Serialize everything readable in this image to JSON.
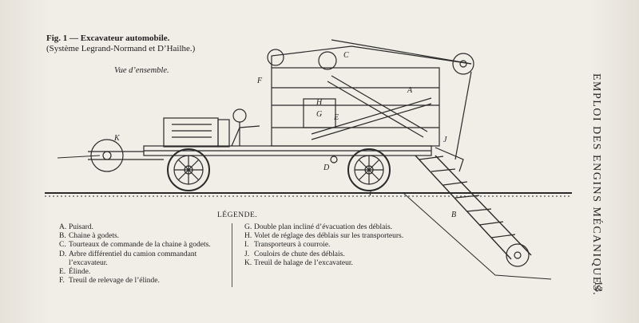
{
  "figure": {
    "title": "Fig. 1 — Excavateur automobile.",
    "system": "(Système Legrand-Normand et D’Hailhe.)",
    "subtitle": "Vue d’ensemble.",
    "callouts": [
      "A",
      "B",
      "C",
      "D",
      "E",
      "F",
      "G",
      "H",
      "I",
      "J",
      "K"
    ]
  },
  "legend": {
    "title": "LÉGENDE.",
    "left": [
      {
        "k": "A.",
        "t": "Puisard."
      },
      {
        "k": "B.",
        "t": "Chaine à godets."
      },
      {
        "k": "C.",
        "t": "Tourteaux de commande de la chaine à godets."
      },
      {
        "k": "D.",
        "t": "Arbre différentiel du camion commandant l’excavateur."
      },
      {
        "k": "E.",
        "t": "Élinde."
      },
      {
        "k": "F.",
        "t": "Treuil de relevage de l’élinde."
      }
    ],
    "right": [
      {
        "k": "G.",
        "t": "Double plan incliné d’évacuation des déblais."
      },
      {
        "k": "H.",
        "t": "Volet de réglage des déblais sur les transporteurs."
      },
      {
        "k": "I.",
        "t": "Transporteurs à courroie."
      },
      {
        "k": "J.",
        "t": "Couloirs de chute des déblais."
      },
      {
        "k": "K.",
        "t": "Treuil de halage de l’excavateur."
      }
    ]
  },
  "running_head": "EMPLOI DES ENGINS MÉCANIQUES.",
  "page_number": "13"
}
